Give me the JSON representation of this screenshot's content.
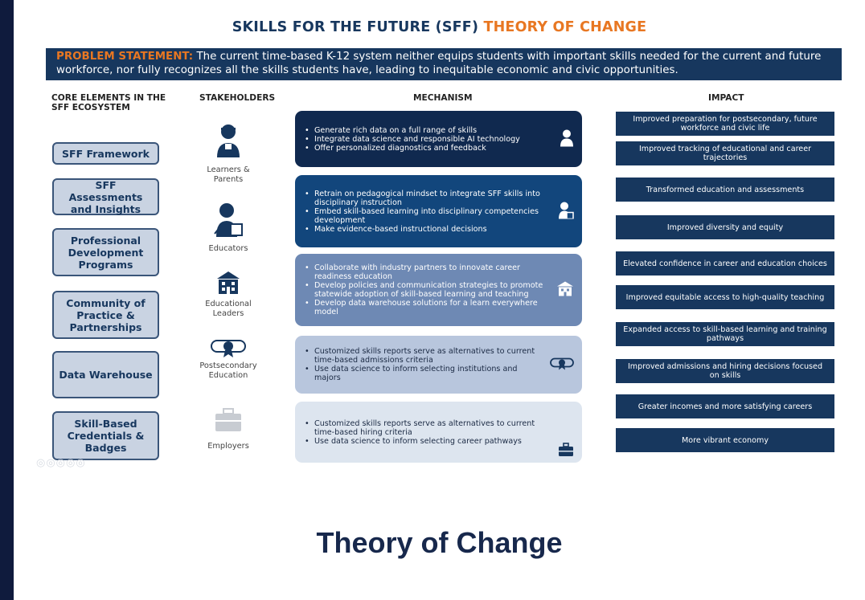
{
  "title": {
    "main": "SKILLS FOR THE FUTURE (SFF)",
    "accent": "THEORY OF CHANGE"
  },
  "problem": {
    "lead": "PROBLEM STATEMENT:",
    "text": "The current time-based K-12 system neither equips students with important skills needed for the current and future workforce, nor fully recognizes all the skills students have, leading to inequitable economic and civic opportunities."
  },
  "headers": {
    "core": "CORE ELEMENTS IN THE SFF ECOSYSTEM",
    "stakeholders": "STAKEHOLDERS",
    "mechanism": "MECHANISM",
    "impact": "IMPACT"
  },
  "core_elements": [
    "SFF Framework",
    "SFF Assessments and Insights",
    "Professional Development Programs",
    "Community of Practice & Partnerships",
    "Data Warehouse",
    "Skill-Based Credentials & Badges"
  ],
  "stakeholders": [
    {
      "label": "Learners & Parents",
      "icon": "learner-icon"
    },
    {
      "label": "Educators",
      "icon": "educator-icon"
    },
    {
      "label": "Educational Leaders",
      "icon": "building-icon"
    },
    {
      "label": "Postsecondary Education",
      "icon": "diploma-icon"
    },
    {
      "label": "Employers",
      "icon": "briefcase-icon"
    }
  ],
  "mechanisms": [
    {
      "bullets": [
        "Generate rich data on a full range of skills",
        "Integrate data science and responsible AI technology",
        "Offer personalized diagnostics and feedback"
      ]
    },
    {
      "bullets": [
        "Retrain on pedagogical mindset to integrate SFF skills into disciplinary instruction",
        "Embed skill-based learning into disciplinary competencies development",
        "Make evidence-based instructional decisions"
      ]
    },
    {
      "bullets": [
        "Collaborate with industry partners to innovate career readiness education",
        "Develop policies and communication strategies to promote statewide adoption of skill-based learning and teaching",
        "Develop data warehouse solutions for a learn everywhere model"
      ]
    },
    {
      "bullets": [
        "Customized skills reports serve as alternatives to current time-based admissions criteria",
        "Use data science to inform selecting institutions and majors"
      ]
    },
    {
      "bullets": [
        "Customized skills reports serve as alternatives to current time-based hiring criteria",
        "Use data science to inform selecting career pathways"
      ]
    }
  ],
  "impacts": [
    "Improved preparation for postsecondary, future workforce and civic life",
    "Improved tracking of educational and career trajectories",
    "Transformed education and assessments",
    "Improved diversity and equity",
    "Elevated confidence in career and education choices",
    "Improved equitable access to high-quality teaching",
    "Expanded access to skill-based learning and training pathways",
    "Improved admissions and hiring decisions focused on skills",
    "Greater incomes and more satisfying careers",
    "More vibrant economy"
  ],
  "caption": "Theory of Change",
  "colors": {
    "navy": "#17375e",
    "accent": "#e87722",
    "background": "#0f1b3d"
  }
}
